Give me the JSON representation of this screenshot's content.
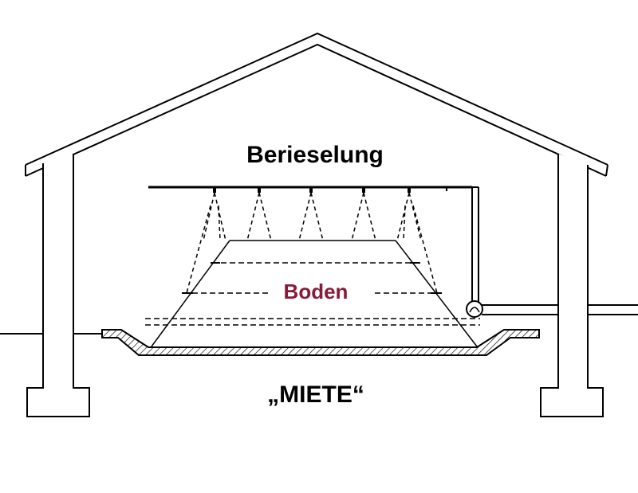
{
  "labels": {
    "sprinkler": "Berieselung",
    "soil": "Boden",
    "pile": "„MIETE“"
  },
  "colors": {
    "line": "#000000",
    "soil_label": "#8b1a3a",
    "background": "#ffffff"
  }
}
